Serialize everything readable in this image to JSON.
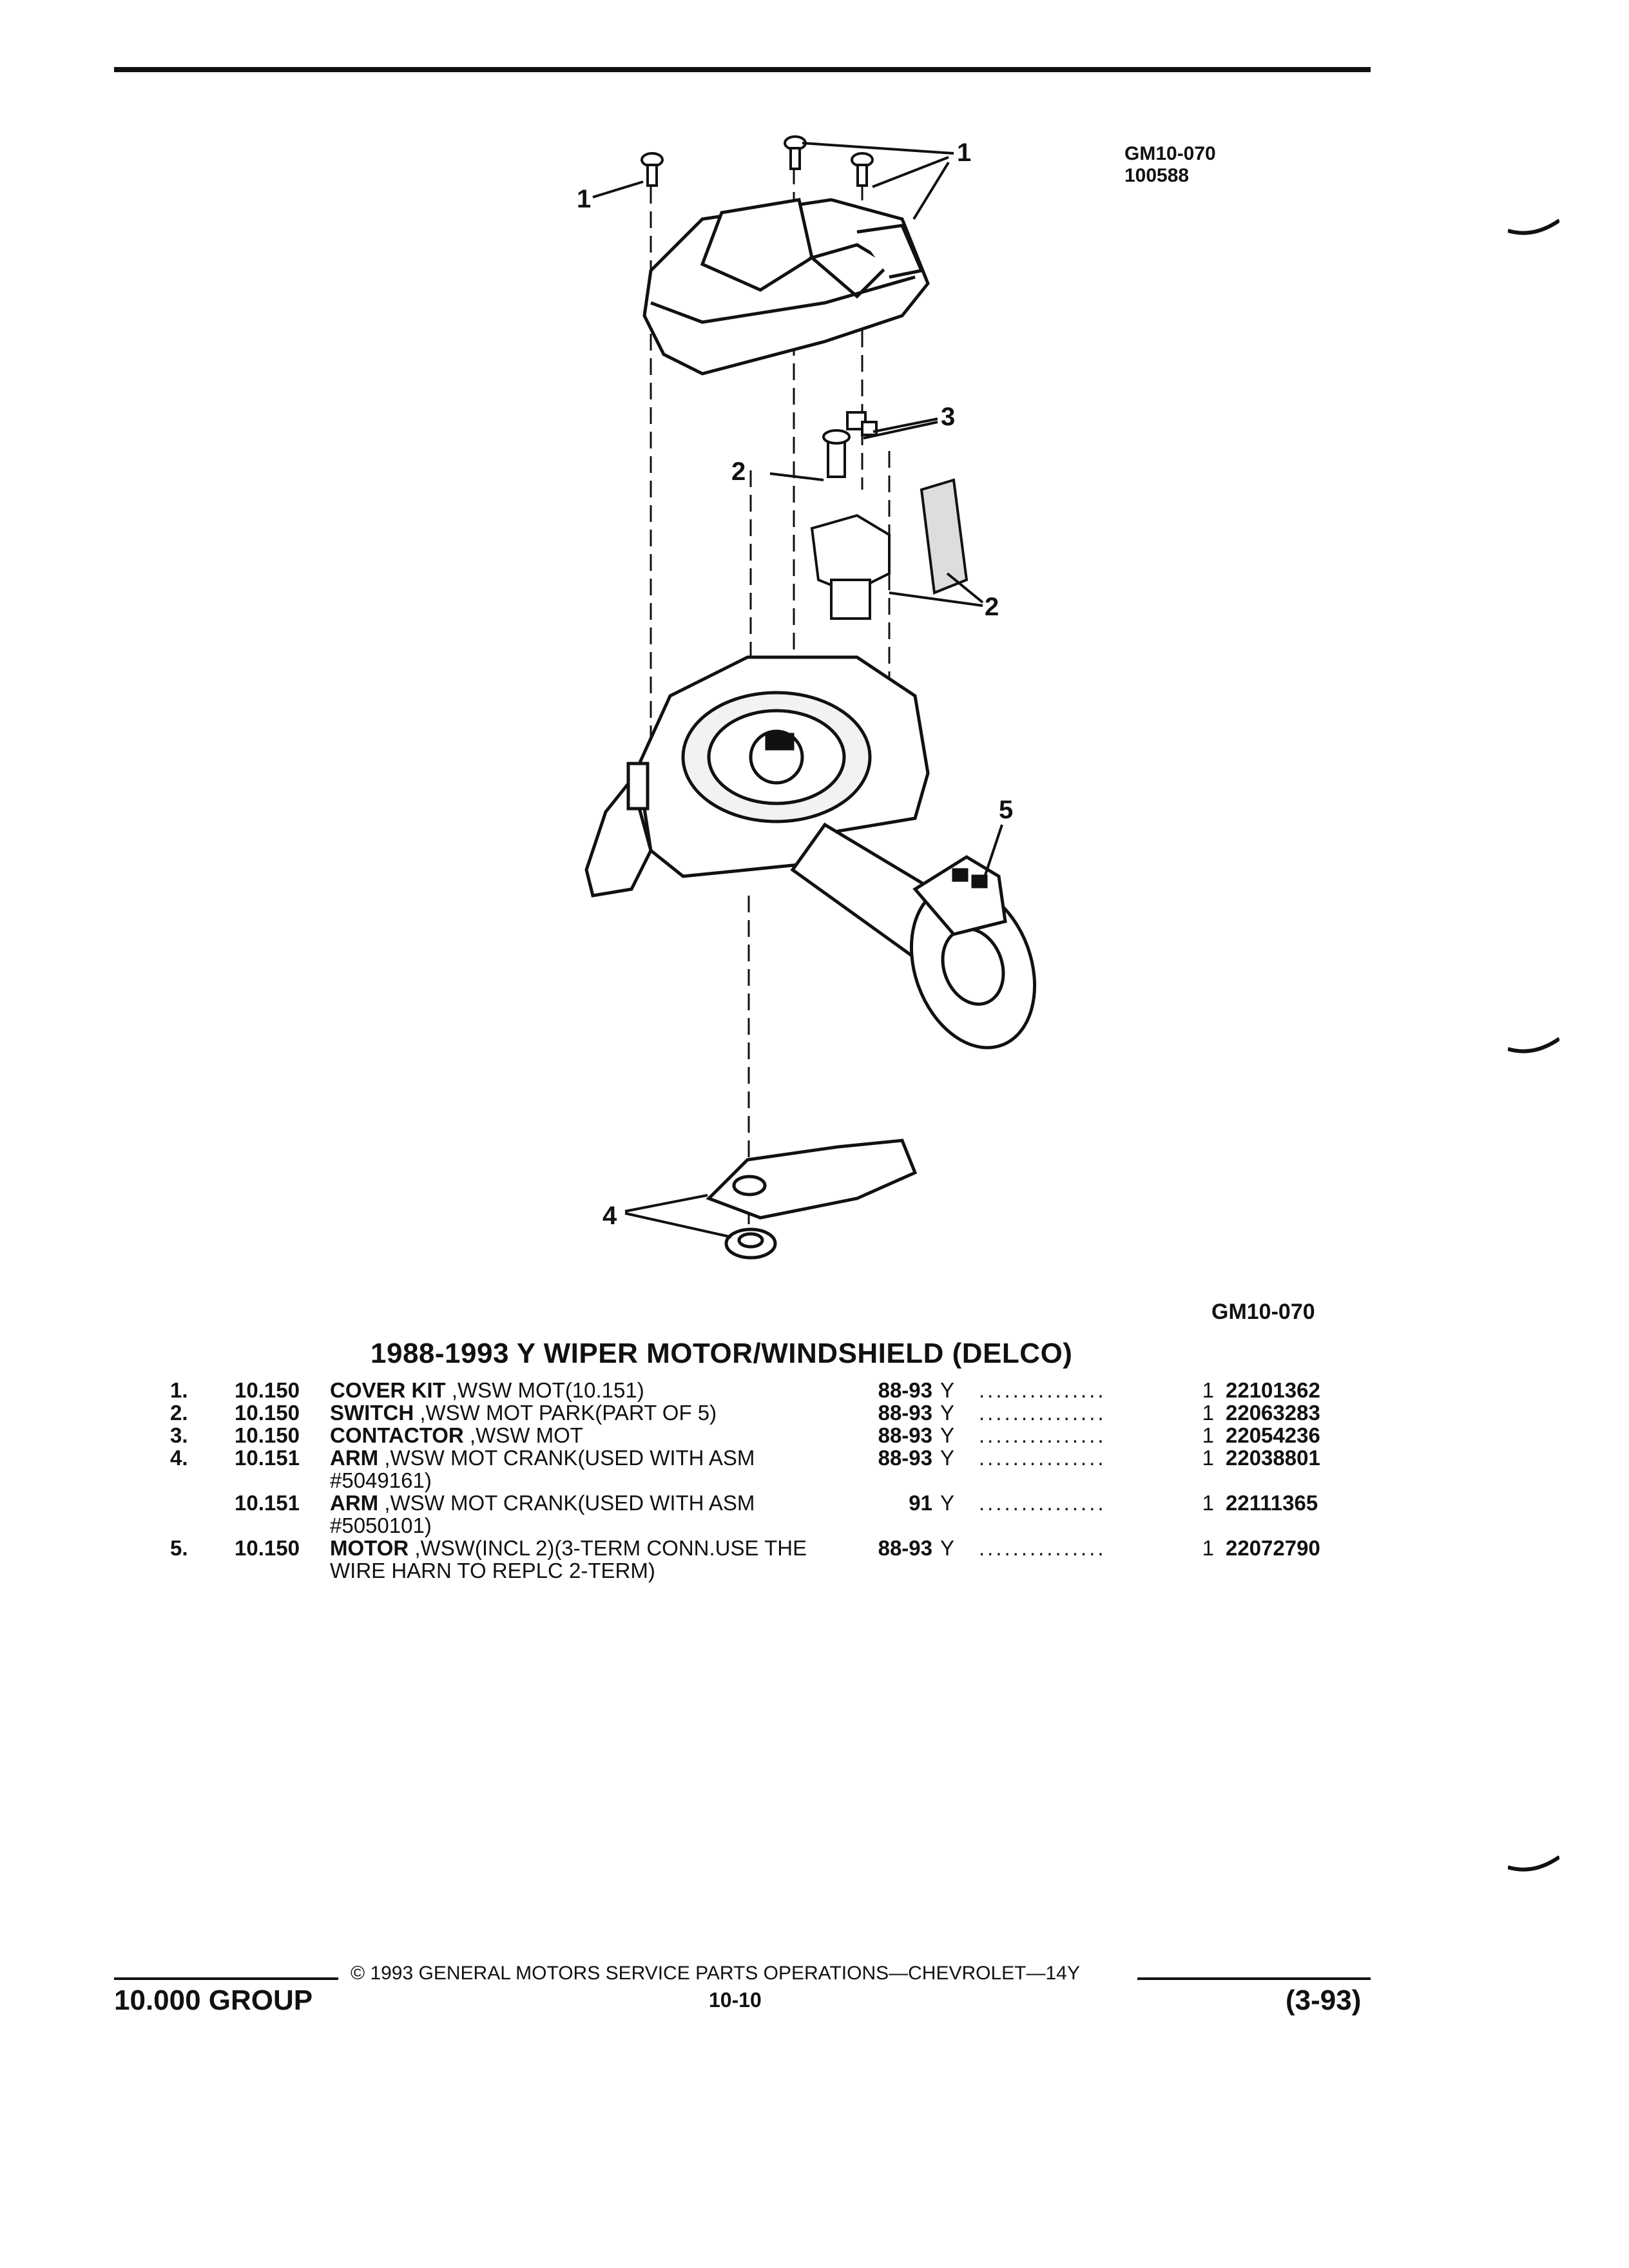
{
  "figure": {
    "code_top": "GM10-070",
    "number": "100588",
    "code_bottom": "GM10-070",
    "callouts": [
      "1",
      "1",
      "2",
      "3",
      "2",
      "5",
      "4"
    ]
  },
  "section_title": "1988-1993 Y WIPER MOTOR/WINDSHIELD (DELCO)",
  "parts": [
    {
      "item": "1.",
      "group": "10.150",
      "name": "COVER KIT",
      "desc": " ,WSW MOT(10.151)",
      "years": "88-93",
      "model": "Y",
      "qty": "1",
      "part_no": "22101362"
    },
    {
      "item": "2.",
      "group": "10.150",
      "name": "SWITCH",
      "desc": " ,WSW MOT PARK(PART OF 5)",
      "years": "88-93",
      "model": "Y",
      "qty": "1",
      "part_no": "22063283"
    },
    {
      "item": "3.",
      "group": "10.150",
      "name": "CONTACTOR",
      "desc": " ,WSW MOT",
      "years": "88-93",
      "model": "Y",
      "qty": "1",
      "part_no": "22054236"
    },
    {
      "item": "4.",
      "group": "10.151",
      "name": "ARM",
      "desc": " ,WSW MOT CRANK(USED WITH ASM",
      "desc2": "#5049161)",
      "years": "88-93",
      "model": "Y",
      "qty": "1",
      "part_no": "22038801"
    },
    {
      "item": "",
      "group": "10.151",
      "name": "ARM",
      "desc": " ,WSW MOT CRANK(USED WITH ASM",
      "desc2": "#5050101)",
      "years": "91",
      "model": "Y",
      "qty": "1",
      "part_no": "22111365"
    },
    {
      "item": "5.",
      "group": "10.150",
      "name": "MOTOR",
      "desc": " ,WSW(INCL 2)(3-TERM CONN.USE THE",
      "desc2": "WIRE HARN TO REPLC 2-TERM)",
      "years": "88-93",
      "model": "Y",
      "qty": "1",
      "part_no": "22072790"
    }
  ],
  "footer": {
    "copyright": "© 1993 GENERAL MOTORS SERVICE PARTS OPERATIONS—CHEVROLET—14Y",
    "group": "10.000 GROUP",
    "page": "10-10",
    "revision": "(3-93)"
  }
}
